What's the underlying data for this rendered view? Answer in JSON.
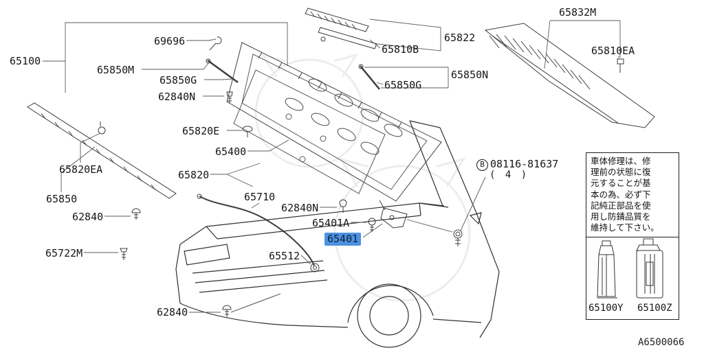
{
  "page": {
    "code": "A6500066"
  },
  "colors": {
    "highlight_bg": "#4e92e0",
    "line": "#3c3c3c"
  },
  "parts": {
    "p65100": "65100",
    "p69696": "69696",
    "p65850M": "65850M",
    "p65850G_1": "65850G",
    "p62840N_1": "62840N",
    "p65810B": "65810B",
    "p65822": "65822",
    "p65850G_2": "65850G",
    "p65850N": "65850N",
    "p65832M": "65832M",
    "p65810EA": "65810EA",
    "p65820E": "65820E",
    "p65400": "65400",
    "p65820": "65820",
    "p65820EA": "65820EA",
    "p65850": "65850",
    "p62840_1": "62840",
    "p65722M": "65722M",
    "p65710": "65710",
    "p62840N_2": "62840N",
    "p65401A": "65401A",
    "p65401": "65401",
    "p65512": "65512",
    "p62840_2": "62840",
    "p65100Y": "65100Y",
    "p65100Z": "65100Z"
  },
  "bolt_ref": {
    "circle_letter": "B",
    "number": "08116-81637",
    "qty": "( 4 )"
  },
  "note": {
    "lines": [
      "車体修理は、修",
      "理前の状態に復",
      "元することが基",
      "本の為、必ず下",
      "記純正部品を使",
      "用し防錆品質を",
      "維持して下さい。"
    ]
  }
}
